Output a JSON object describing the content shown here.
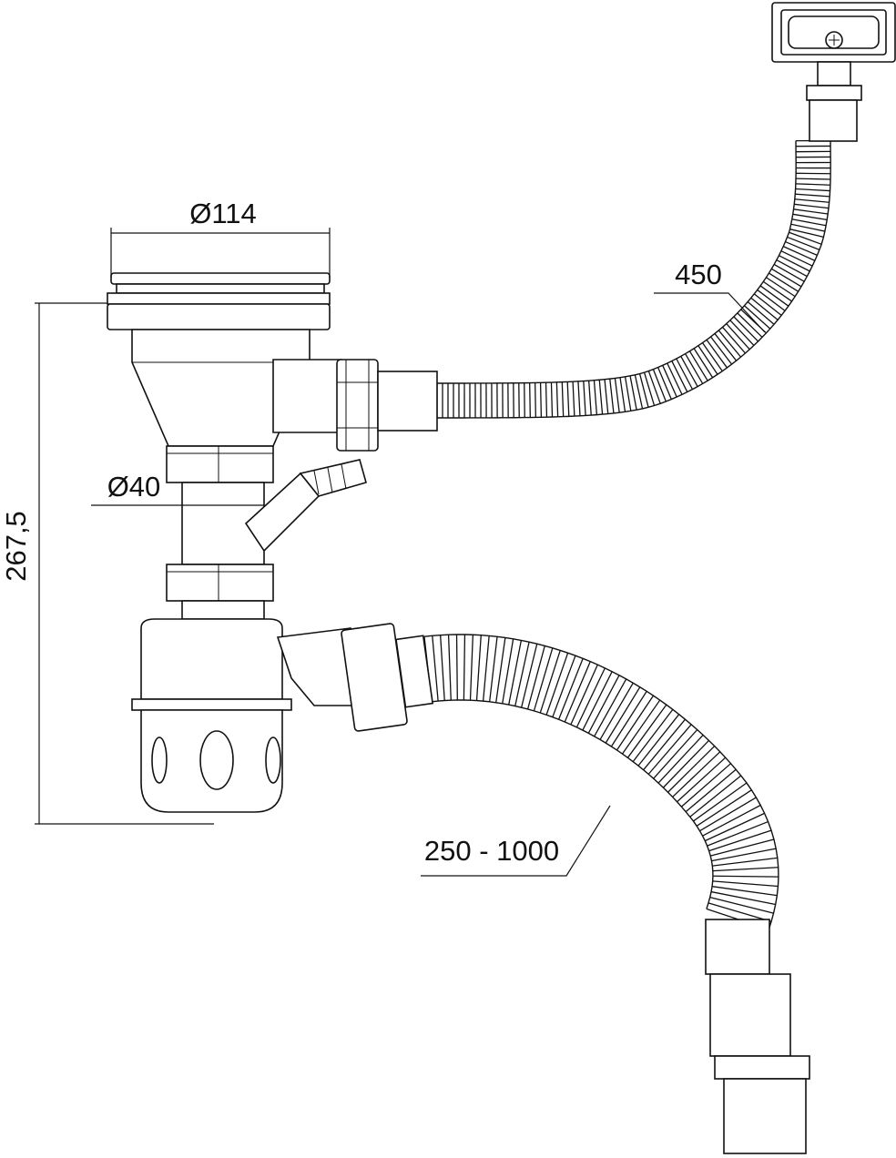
{
  "dimensions": {
    "strainer_diameter": "Ø114",
    "overflow_hose_length": "450",
    "pipe_diameter": "Ø40",
    "total_height": "267,5",
    "outlet_hose_length": "250 - 1000"
  },
  "colors": {
    "line": "#111111",
    "background": "#ffffff"
  }
}
